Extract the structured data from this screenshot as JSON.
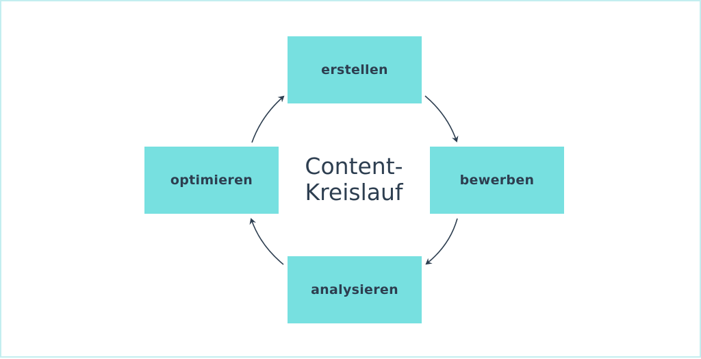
{
  "colors": {
    "box_fill": "#77e0e0",
    "text": "#2d3e50",
    "arrow": "#2d3e50",
    "frame_border": "#c3eef0"
  },
  "cycle": {
    "center_title_line1": "Content-",
    "center_title_line2": "Kreislauf",
    "steps": [
      {
        "label": "erstellen"
      },
      {
        "label": "bewerben"
      },
      {
        "label": "analysieren"
      },
      {
        "label": "optimieren"
      }
    ]
  }
}
